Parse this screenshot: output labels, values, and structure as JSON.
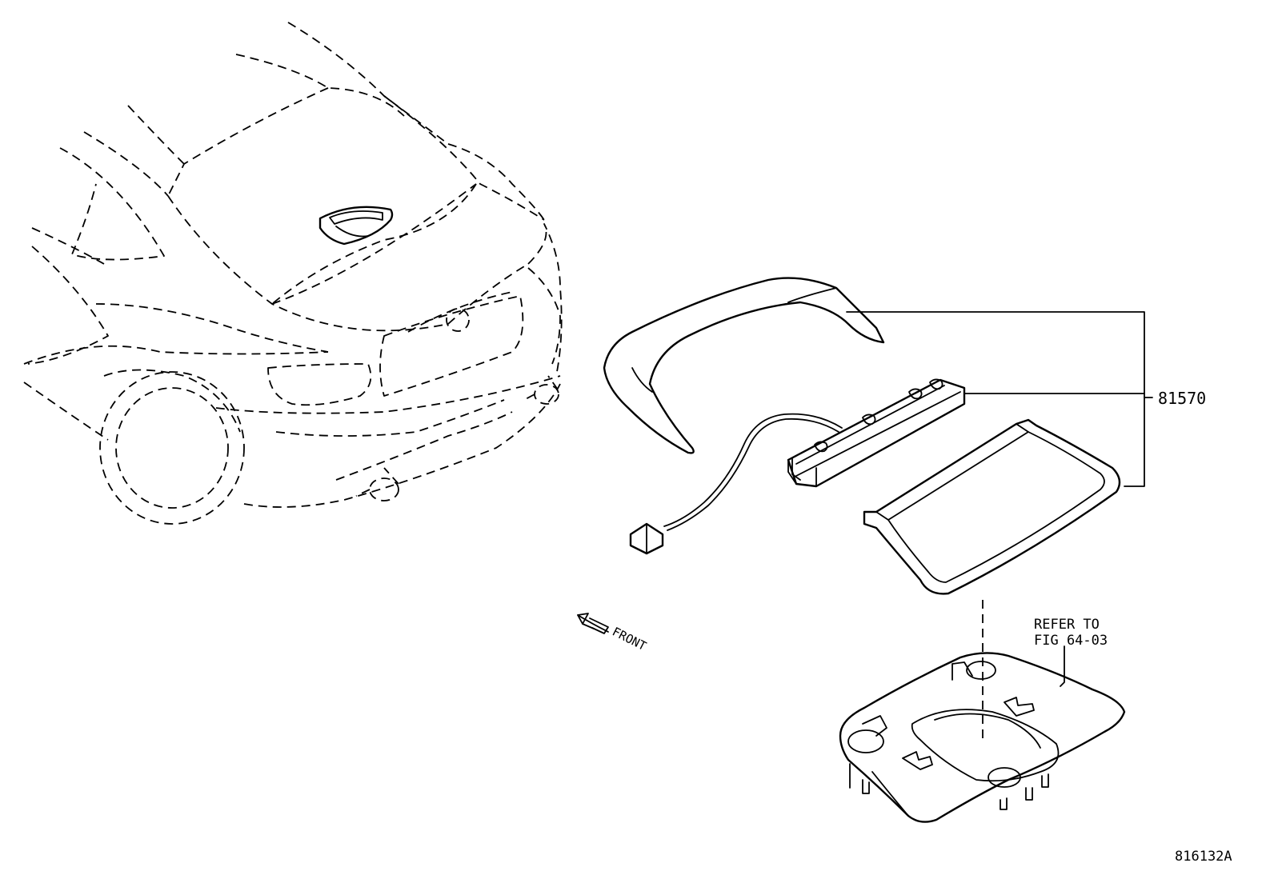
{
  "diagram": {
    "part_number_label": "81570",
    "front_label": "FRONT",
    "refer_note": {
      "line1": "REFER TO",
      "line2": "FIG 64-03"
    },
    "figure_id": "816132A"
  }
}
